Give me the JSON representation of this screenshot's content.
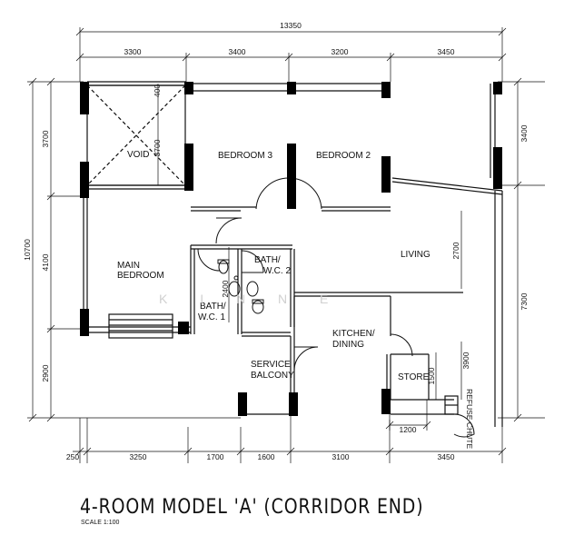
{
  "plan": {
    "title": "4-ROOM MODEL 'A' (CORRIDOR END)",
    "scale": "SCALE 1:100",
    "watermark": "K I N N E",
    "overall_width": "13350",
    "top_dims": [
      "3300",
      "3400",
      "3200",
      "3450"
    ],
    "bottom_dims": [
      "250",
      "3250",
      "1700",
      "1600",
      "3100",
      "3450"
    ],
    "left_overall": "10700",
    "left_dims": [
      "3700",
      "4100",
      "2900"
    ],
    "right_dims": [
      "3400",
      "7300"
    ],
    "inner_dims": {
      "void_a": "400",
      "void_b": "3700",
      "bath_height": "2400",
      "living_height": "2700",
      "store_a": "1500",
      "store_b": "3900",
      "store_width": "1200"
    },
    "rooms": {
      "void": "VOID",
      "bedroom3": "BEDROOM 3",
      "bedroom2": "BEDROOM 2",
      "main_bedroom_1": "MAIN",
      "main_bedroom_2": "BEDROOM",
      "living": "LIVING",
      "bath2_1": "BATH/",
      "bath2_2": "W.C. 2",
      "bath1_1": "BATH/",
      "bath1_2": "W.C. 1",
      "kitchen_1": "KITCHEN/",
      "kitchen_2": "DINING",
      "service_1": "SERVICE",
      "service_2": "BALCONY",
      "store": "STORE",
      "refuse": "REFUSE CHUTE"
    }
  }
}
